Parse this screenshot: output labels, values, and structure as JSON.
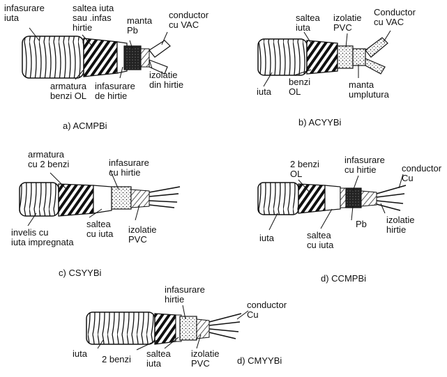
{
  "diagrams": [
    {
      "id": "a",
      "caption": "a) ACMPBi",
      "labels": [
        {
          "key": "l1",
          "lines": [
            "infasurare",
            "iuta"
          ]
        },
        {
          "key": "l2",
          "lines": [
            "saltea iuta",
            "sau .infas",
            "hirtie"
          ]
        },
        {
          "key": "l3",
          "lines": [
            "manta",
            "Pb"
          ]
        },
        {
          "key": "l4",
          "lines": [
            "conductor",
            "cu VAC"
          ]
        },
        {
          "key": "l5",
          "lines": [
            "armatura",
            "benzi OL"
          ]
        },
        {
          "key": "l6",
          "lines": [
            "infasurare",
            "de hirtie"
          ]
        },
        {
          "key": "l7",
          "lines": [
            "izolatie",
            "din hirtie"
          ]
        }
      ]
    },
    {
      "id": "b",
      "caption": "b) ACYYBi",
      "labels": [
        {
          "key": "l1",
          "lines": [
            "saltea",
            "iuta"
          ]
        },
        {
          "key": "l2",
          "lines": [
            "izolatie",
            "PVC"
          ]
        },
        {
          "key": "l3",
          "lines": [
            "Conductor",
            "cu  VAC"
          ]
        },
        {
          "key": "l4",
          "lines": [
            "iuta"
          ]
        },
        {
          "key": "l5",
          "lines": [
            "benzi",
            "OL"
          ]
        },
        {
          "key": "l6",
          "lines": [
            "manta",
            "umplutura"
          ]
        }
      ]
    },
    {
      "id": "c",
      "caption": "c) CSYYBi",
      "labels": [
        {
          "key": "l1",
          "lines": [
            "armatura",
            "cu 2 benzi"
          ]
        },
        {
          "key": "l2",
          "lines": [
            "infasurare",
            "cu hirtie"
          ]
        },
        {
          "key": "l3",
          "lines": [
            "invelis cu",
            "iuta impregnata"
          ]
        },
        {
          "key": "l4",
          "lines": [
            "saltea",
            "cu iuta"
          ]
        },
        {
          "key": "l5",
          "lines": [
            "izolatie",
            "PVC"
          ]
        }
      ]
    },
    {
      "id": "d1",
      "caption": "d) CCMPBi",
      "labels": [
        {
          "key": "l1",
          "lines": [
            "2 benzi",
            "OL"
          ]
        },
        {
          "key": "l2",
          "lines": [
            "infasurare",
            "cu hirtie"
          ]
        },
        {
          "key": "l3",
          "lines": [
            "conductor",
            "Cu"
          ]
        },
        {
          "key": "l4",
          "lines": [
            "iuta"
          ]
        },
        {
          "key": "l5",
          "lines": [
            "saltea",
            "cu iuta"
          ]
        },
        {
          "key": "l6",
          "lines": [
            "Pb"
          ]
        },
        {
          "key": "l7",
          "lines": [
            "izolatie",
            "hirtie"
          ]
        }
      ]
    },
    {
      "id": "d2",
      "caption": "d) CMYYBi",
      "labels": [
        {
          "key": "l1",
          "lines": [
            "infasurare",
            "hirtie"
          ]
        },
        {
          "key": "l2",
          "lines": [
            "conductor",
            "Cu"
          ]
        },
        {
          "key": "l3",
          "lines": [
            "iuta"
          ]
        },
        {
          "key": "l4",
          "lines": [
            "2 benzi"
          ]
        },
        {
          "key": "l5",
          "lines": [
            "saltea",
            "iuta"
          ]
        },
        {
          "key": "l6",
          "lines": [
            "izolatie",
            "PVC"
          ]
        }
      ]
    }
  ]
}
